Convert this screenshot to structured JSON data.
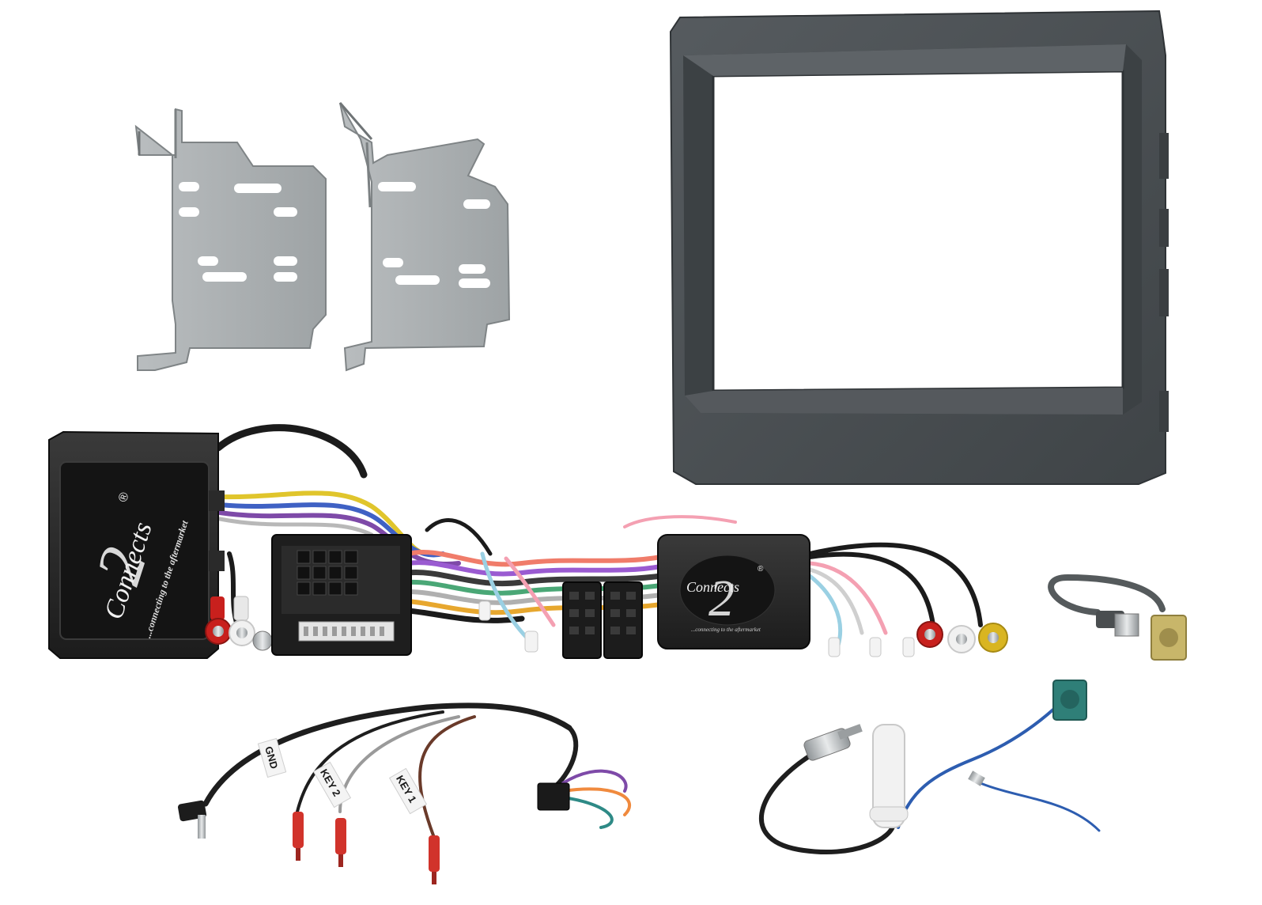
{
  "brand": {
    "logo_word": "Connects",
    "logo_digit": "2",
    "logo_mark": "®",
    "slogan": "...connecting to the aftermarket"
  },
  "cable_tags": {
    "gnd": "GND",
    "key2": "KEY 2",
    "key1": "KEY 1"
  },
  "colors": {
    "fascia": "#4b5054",
    "bracket": "#aeb3b5",
    "module_body": "#262626",
    "fakra_green": "#2f7f78",
    "fakra_yellow": "#c8b66a",
    "rca_red": "#c8201d",
    "rca_yellow": "#d9b521",
    "wire_blue": "#2d5db0",
    "tag_red": "#d1332b"
  }
}
